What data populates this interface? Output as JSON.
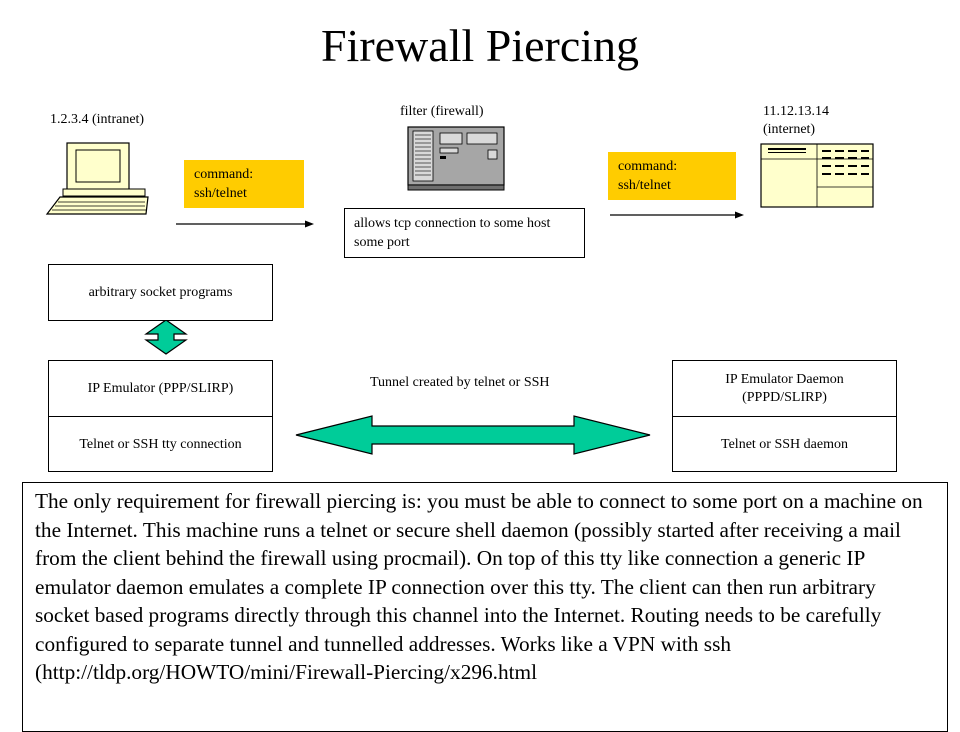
{
  "title": "Firewall Piercing",
  "left_host": {
    "label": "1.2.3.4 (intranet)"
  },
  "firewall": {
    "label": "filter (firewall)",
    "rule": "allows tcp connection to some host some port"
  },
  "right_host": {
    "label_line1": "11.12.13.14",
    "label_line2": "(internet)"
  },
  "command_left": {
    "line1": "command:",
    "line2": "ssh/telnet"
  },
  "command_right": {
    "line1": "command:",
    "line2": "ssh/telnet"
  },
  "client_stack": {
    "socket_programs": "arbitrary socket programs",
    "ip_emulator": "IP Emulator (PPP/SLIRP)",
    "tty_connection": "Telnet or SSH tty connection"
  },
  "server_stack": {
    "ip_emulator_daemon": "IP Emulator Daemon (PPPD/SLIRP)",
    "daemon": "Telnet or SSH daemon"
  },
  "tunnel_label": "Tunnel created by telnet or SSH",
  "description": "The only requirement for firewall piercing is: you must be able to connect to some port on a machine on the Internet. This machine runs a telnet or secure shell daemon (possibly started after receiving a mail from the client behind the firewall using procmail). On top of this tty like connection a generic IP emulator daemon emulates a complete IP connection over this tty. The client can then run arbitrary socket based programs directly through this channel into the Internet. Routing needs to be carefully configured to separate tunnel and tunnelled addresses. Works like a VPN with ssh (http://tldp.org/HOWTO/mini/Firewall-Piercing/x296.html",
  "colors": {
    "note_fill": "#ffcc00",
    "arrow_fill": "#00cc99"
  }
}
